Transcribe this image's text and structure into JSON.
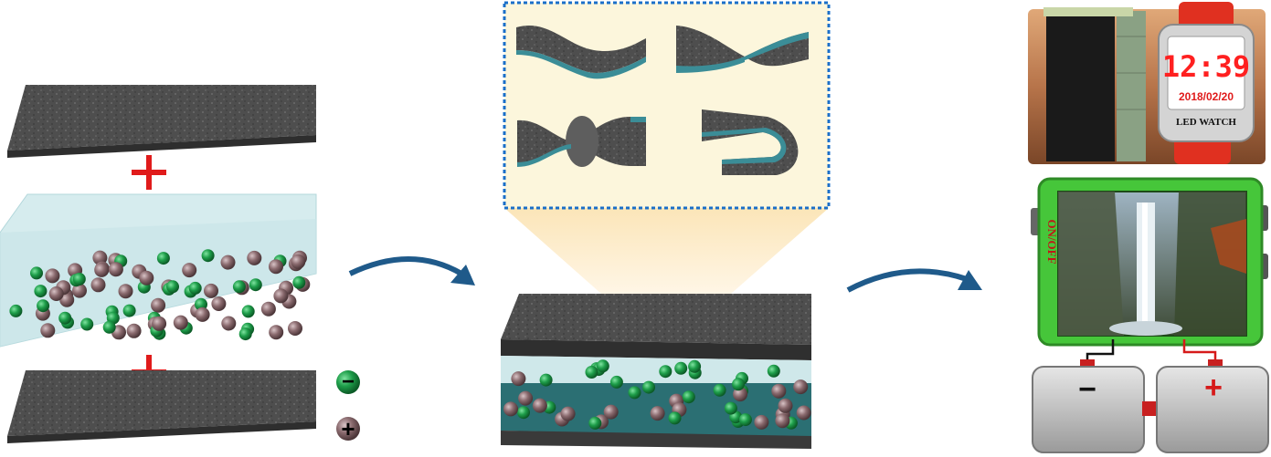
{
  "watch": {
    "time": "12:39",
    "date": "2018/02/20",
    "brand": "LED WATCH"
  },
  "device": {
    "power_label": "ON/OFF"
  },
  "legend": {
    "anion_symbol": "−",
    "cation_symbol": "+"
  },
  "battery": {
    "negative_symbol": "−",
    "positive_symbol": "+"
  },
  "colors": {
    "electrode_dark": "#4a4a4a",
    "electrolyte_tint": "#d6ecee",
    "anion": "#1e9e4a",
    "cation": "#8a6a6e",
    "plus_sign": "#e01b1b",
    "arrow": "#1f5a8a",
    "zoom_border": "#1a6fc9",
    "zoom_fill": "#fcf6dc",
    "watch_red": "#e03020",
    "device_green": "#46c63a",
    "led_red": "#ff2020"
  }
}
